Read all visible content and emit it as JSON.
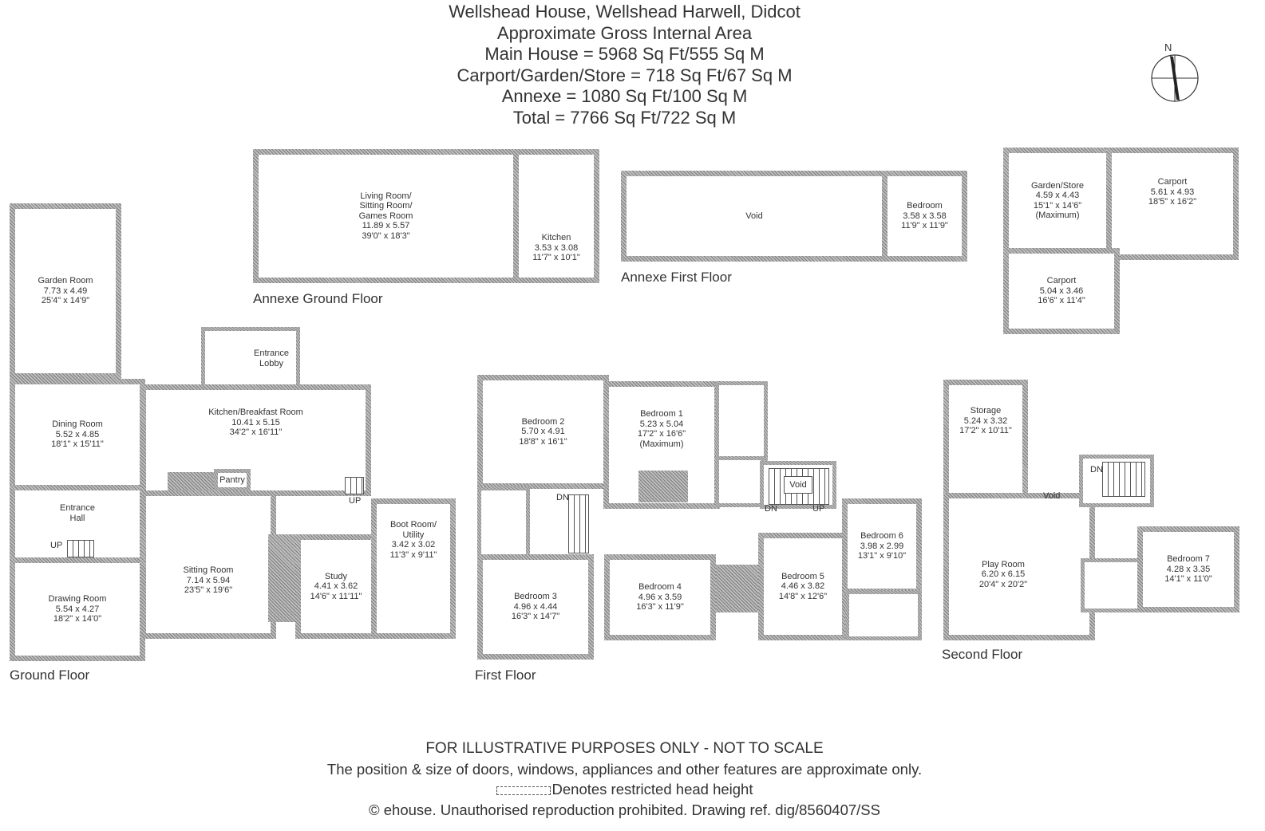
{
  "header": {
    "title": "Wellshead House, Wellshead Harwell, Didcot",
    "subtitle": "Approximate Gross Internal Area",
    "areas": [
      "Main House = 5968 Sq Ft/555 Sq M",
      "Carport/Garden/Store = 718 Sq Ft/67 Sq M",
      "Annexe = 1080 Sq Ft/100 Sq M",
      "Total = 7766 Sq Ft/722 Sq M"
    ]
  },
  "compass": {
    "label": "N"
  },
  "floors": {
    "annexe_ground": "Annexe Ground Floor",
    "annexe_first": "Annexe First Floor",
    "ground": "Ground Floor",
    "first": "First Floor",
    "second": "Second Floor"
  },
  "rooms": {
    "annexe_living": {
      "name": "Living Room/ Sitting Room/ Games Room",
      "m": "11.89 x 5.57",
      "ft": "39'0\" x 18'3\""
    },
    "annexe_kitchen": {
      "name": "Kitchen",
      "m": "3.53 x 3.08",
      "ft": "11'7\" x 10'1\""
    },
    "annexe_void": {
      "name": "Void"
    },
    "annexe_bedroom": {
      "name": "Bedroom",
      "m": "3.58 x 3.58",
      "ft": "11'9\" x 11'9\""
    },
    "garden_store": {
      "name": "Garden/Store",
      "m": "4.59 x 4.43",
      "ft": "15'1\" x 14'6\"",
      "note": "(Maximum)"
    },
    "carport_1": {
      "name": "Carport",
      "m": "5.61 x 4.93",
      "ft": "18'5\" x 16'2\""
    },
    "carport_2": {
      "name": "Carport",
      "m": "5.04 x 3.46",
      "ft": "16'6\" x 11'4\""
    },
    "garden_room": {
      "name": "Garden Room",
      "m": "7.73 x 4.49",
      "ft": "25'4\" x 14'9\""
    },
    "dining_room": {
      "name": "Dining Room",
      "m": "5.52 x 4.85",
      "ft": "18'1\" x 15'11\""
    },
    "entrance_hall": {
      "name": "Entrance Hall"
    },
    "drawing_room": {
      "name": "Drawing Room",
      "m": "5.54 x 4.27",
      "ft": "18'2\" x 14'0\""
    },
    "entrance_lobby": {
      "name": "Entrance Lobby"
    },
    "kitchen": {
      "name": "Kitchen/Breakfast Room",
      "m": "10.41 x 5.15",
      "ft": "34'2\" x 16'11\""
    },
    "pantry": {
      "name": "Pantry"
    },
    "sitting_room": {
      "name": "Sitting Room",
      "m": "7.14 x 5.94",
      "ft": "23'5\" x 19'6\""
    },
    "study": {
      "name": "Study",
      "m": "4.41 x 3.62",
      "ft": "14'6\" x 11'11\""
    },
    "boot_room": {
      "name": "Boot Room/ Utility",
      "m": "3.42 x 3.02",
      "ft": "11'3\" x 9'11\""
    },
    "bedroom_1": {
      "name": "Bedroom 1",
      "m": "5.23 x 5.04",
      "ft": "17'2\" x 16'6\"",
      "note": "(Maximum)"
    },
    "bedroom_2": {
      "name": "Bedroom 2",
      "m": "5.70 x 4.91",
      "ft": "18'8\" x 16'1\""
    },
    "bedroom_3": {
      "name": "Bedroom 3",
      "m": "4.96 x 4.44",
      "ft": "16'3\" x 14'7\""
    },
    "bedroom_4": {
      "name": "Bedroom 4",
      "m": "4.96 x 3.59",
      "ft": "16'3\" x 11'9\""
    },
    "bedroom_5": {
      "name": "Bedroom 5",
      "m": "4.46 x 3.82",
      "ft": "14'8\" x 12'6\""
    },
    "bedroom_6": {
      "name": "Bedroom 6",
      "m": "3.98 x 2.99",
      "ft": "13'1\" x 9'10\""
    },
    "first_void": {
      "name": "Void"
    },
    "storage": {
      "name": "Storage",
      "m": "5.24 x 3.32",
      "ft": "17'2\" x 10'11\""
    },
    "play_room": {
      "name": "Play Room",
      "m": "6.20 x 6.15",
      "ft": "20'4\" x 20'2\""
    },
    "second_void": {
      "name": "Void"
    },
    "bedroom_7": {
      "name": "Bedroom 7",
      "m": "4.28 x 3.35",
      "ft": "14'1\" x 11'0\""
    }
  },
  "stair_labels": {
    "up": "UP",
    "dn": "DN"
  },
  "footer": {
    "line1": "FOR ILLUSTRATIVE PURPOSES ONLY - NOT TO SCALE",
    "line2": "The position & size of doors, windows, appliances and other features are approximate only.",
    "line3": "Denotes restricted head height",
    "line4": "© ehouse. Unauthorised reproduction prohibited. Drawing ref. dig/8560407/SS"
  }
}
